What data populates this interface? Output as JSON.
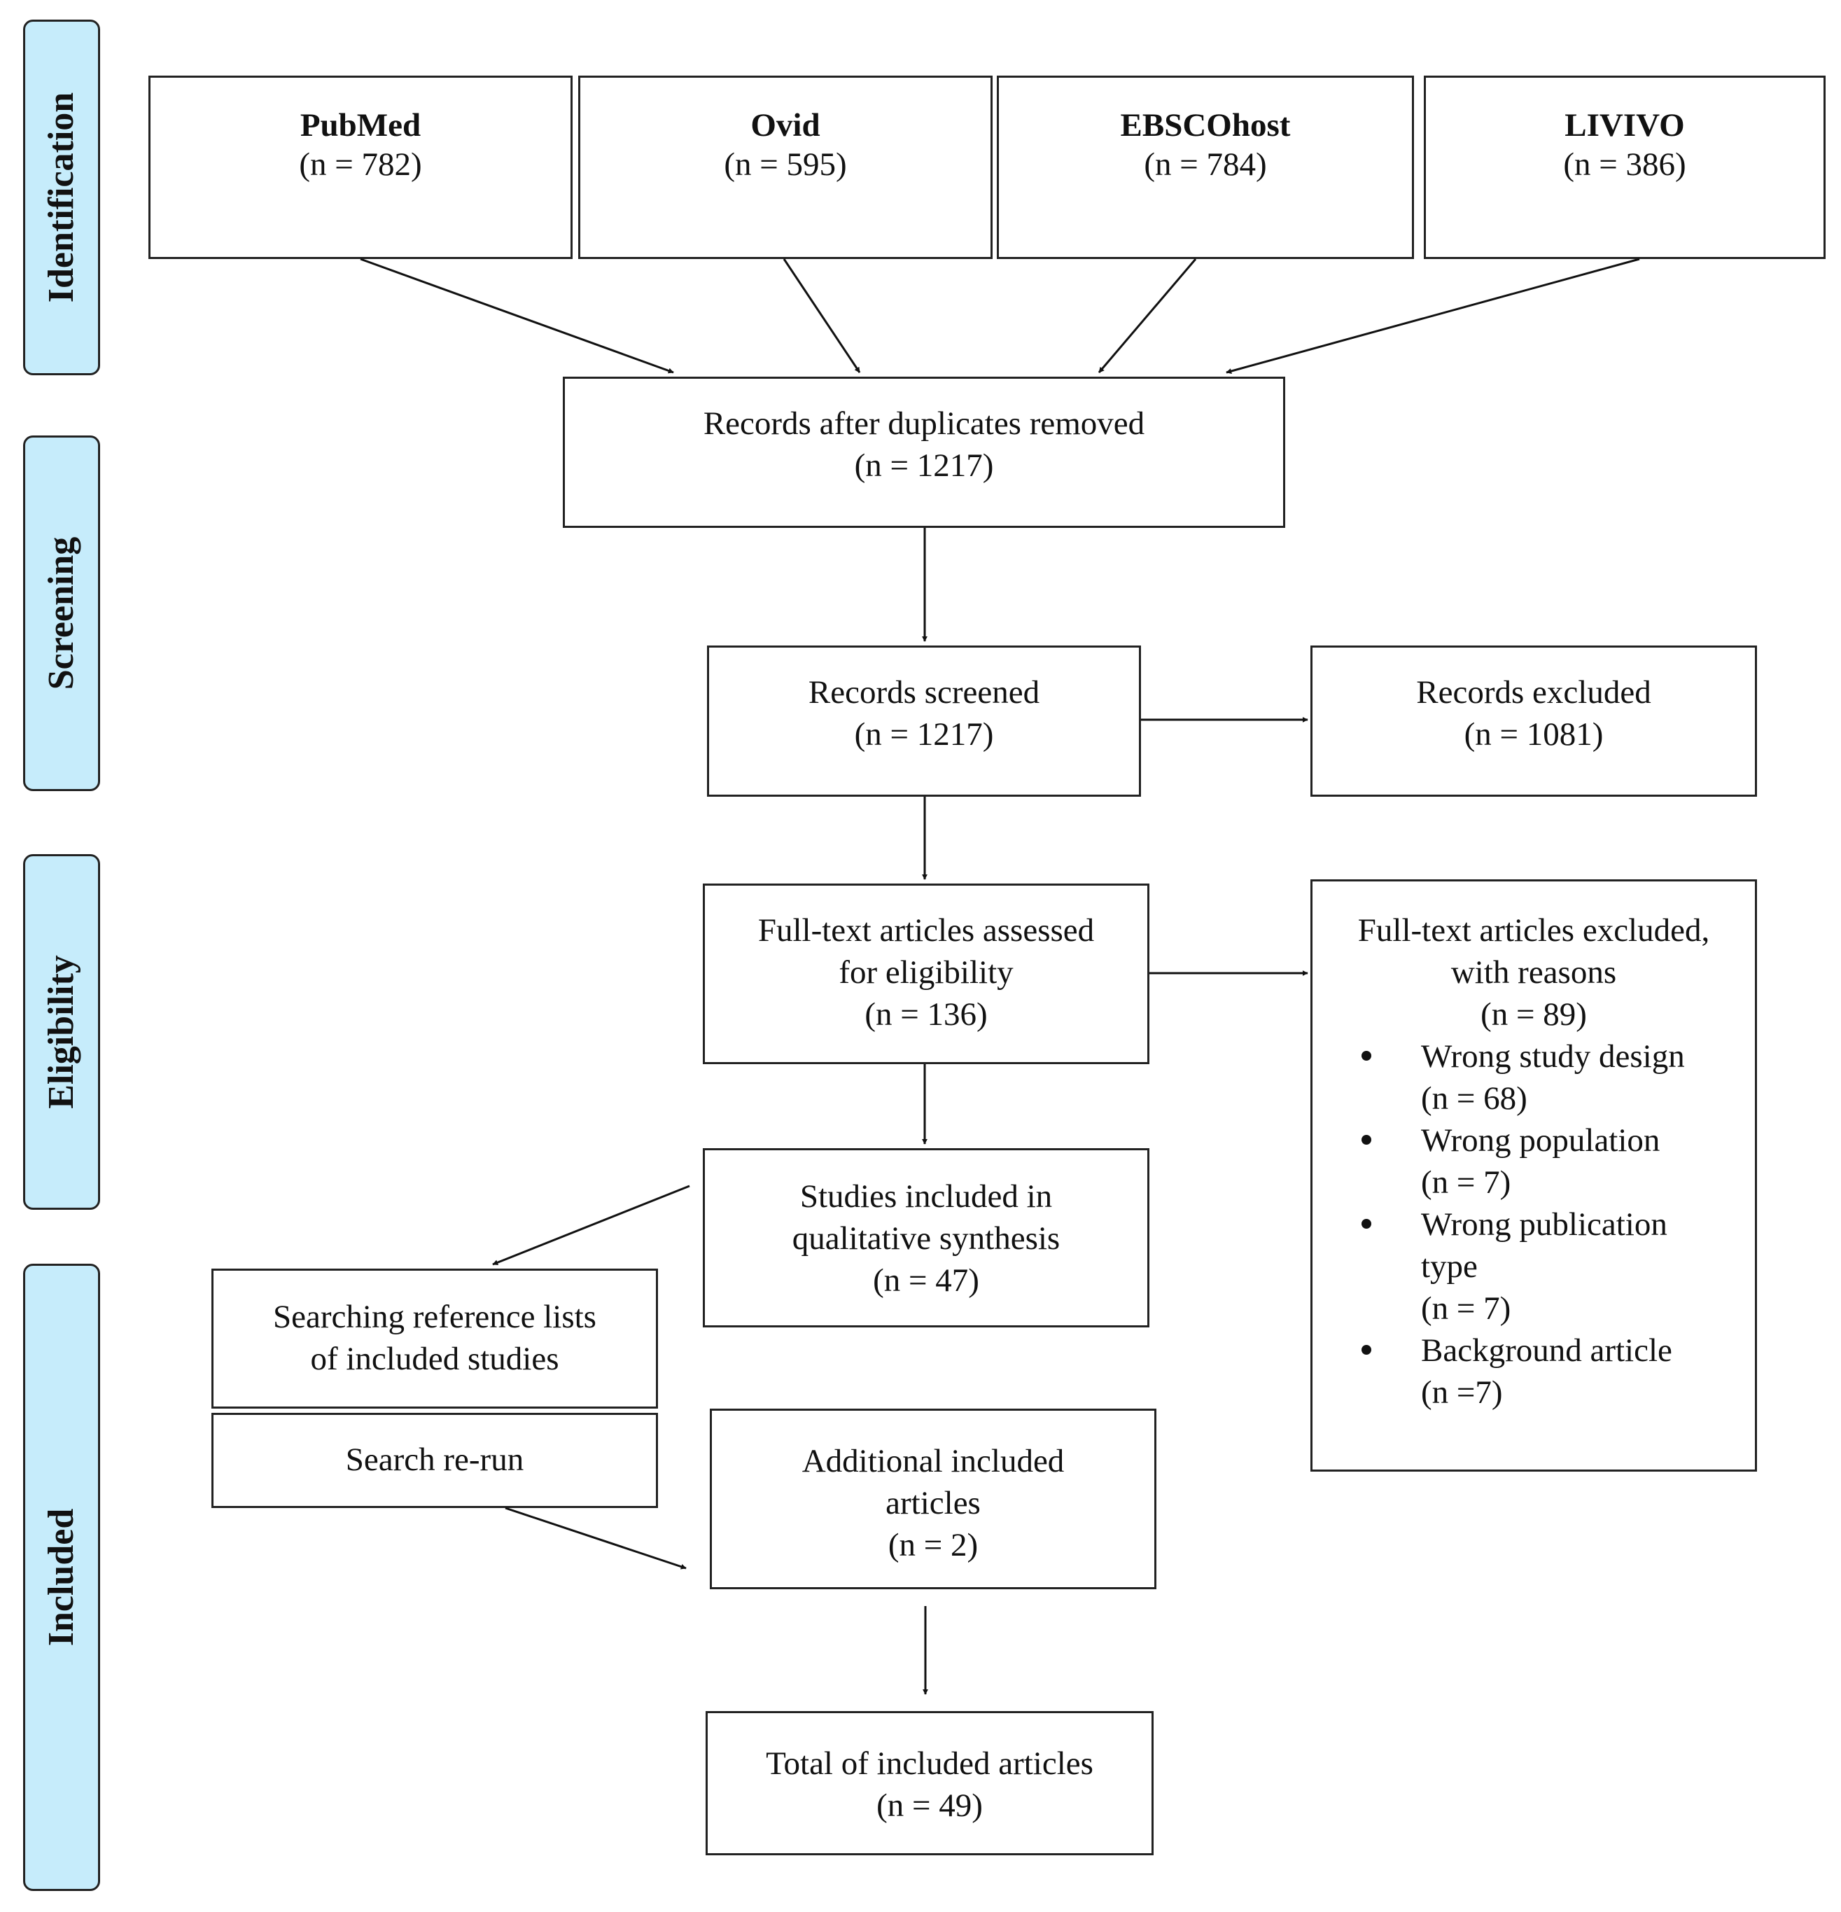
{
  "stages": {
    "identification": "Identification",
    "screening": "Screening",
    "eligibility": "Eligibility",
    "included": "Included"
  },
  "sources": {
    "pubmed": {
      "name": "PubMed",
      "count": "(n = 782)"
    },
    "ovid": {
      "name": "Ovid",
      "count": "(n = 595)"
    },
    "ebscohost": {
      "name": "EBSCOhost",
      "count": "(n = 784)"
    },
    "livivo": {
      "name": "LIVIVO",
      "count": "(n = 386)"
    }
  },
  "duplicates_removed": {
    "label": "Records after duplicates removed",
    "count": "(n = 1217)"
  },
  "screened": {
    "label": "Records screened",
    "count": "(n = 1217)"
  },
  "excluded": {
    "label": "Records excluded",
    "count": "(n = 1081)"
  },
  "fulltext_assessed": {
    "line1": "Full-text articles assessed",
    "line2": "for eligibility",
    "count": "(n = 136)"
  },
  "fulltext_excluded": {
    "line1": "Full-text articles excluded,",
    "line2": "with reasons",
    "count": "(n = 89)",
    "reasons": [
      {
        "lines": [
          "Wrong study design",
          "(n = 68)"
        ]
      },
      {
        "lines": [
          "Wrong population",
          "(n = 7)"
        ]
      },
      {
        "lines": [
          "Wrong publication",
          "type",
          "(n = 7)"
        ]
      },
      {
        "lines": [
          "Background article",
          "(n =7)"
        ]
      }
    ]
  },
  "qualitative": {
    "line1": "Studies included in",
    "line2": "qualitative synthesis",
    "count": "(n = 47)"
  },
  "reference_lists": {
    "line1": "Searching reference lists",
    "line2": "of included studies"
  },
  "search_rerun": {
    "label": "Search re-run"
  },
  "additional": {
    "line1": "Additional included",
    "line2": "articles",
    "count": "(n = 2)"
  },
  "total": {
    "label": "Total of included articles",
    "count": "(n = 49)"
  }
}
